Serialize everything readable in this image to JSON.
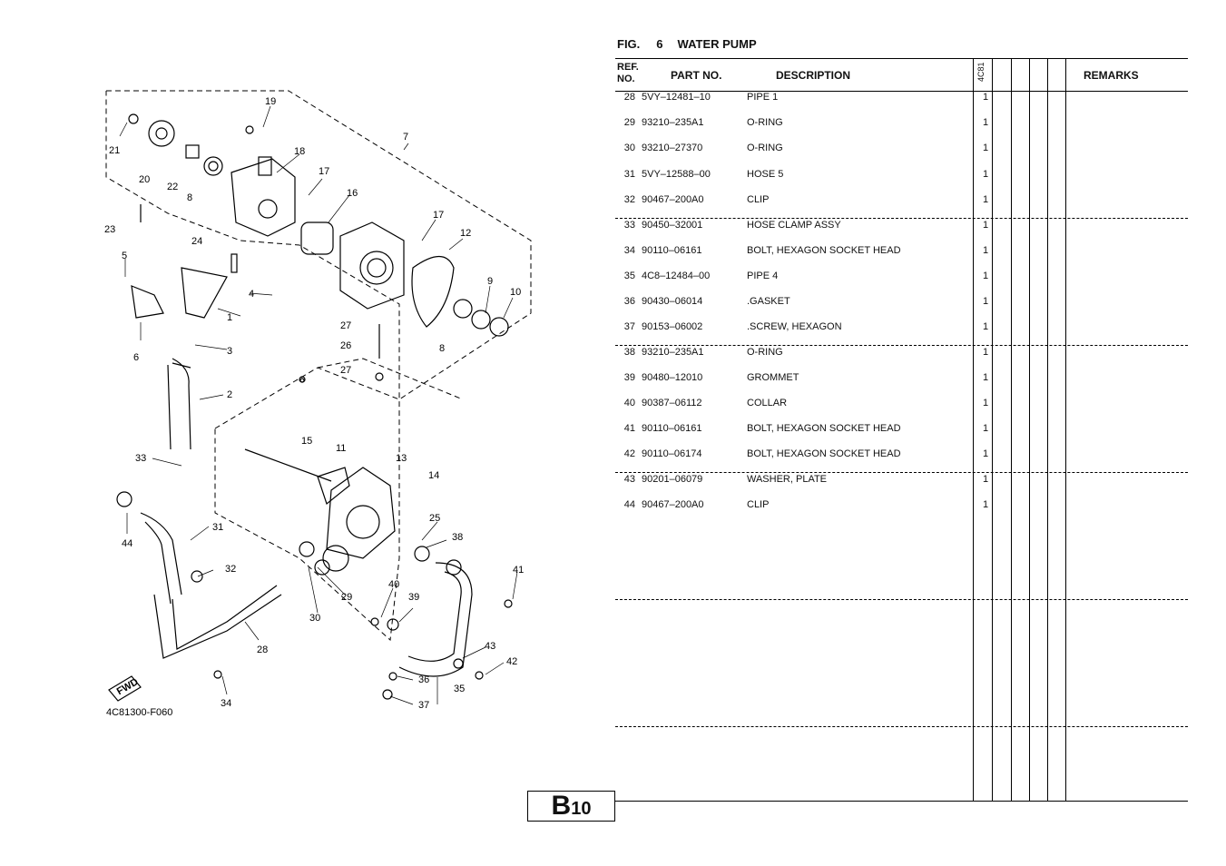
{
  "figure": {
    "label": "FIG.",
    "number": "6",
    "title": "WATER PUMP"
  },
  "headers": {
    "ref_no": "REF. NO.",
    "part_no": "PART NO.",
    "description": "DESCRIPTION",
    "model": "4C81",
    "remarks": "REMARKS"
  },
  "rows": [
    {
      "ref": "28",
      "part": "5VY–12481–10",
      "desc": "PIPE 1",
      "qty": "1"
    },
    {
      "ref": "29",
      "part": "93210–235A1",
      "desc": "O-RING",
      "qty": "1"
    },
    {
      "ref": "30",
      "part": "93210–27370",
      "desc": "O-RING",
      "qty": "1"
    },
    {
      "ref": "31",
      "part": "5VY–12588–00",
      "desc": "HOSE 5",
      "qty": "1"
    },
    {
      "ref": "32",
      "part": "90467–200A0",
      "desc": "CLIP",
      "qty": "1"
    },
    {
      "ref": "33",
      "part": "90450–32001",
      "desc": "HOSE CLAMP ASSY",
      "qty": "1"
    },
    {
      "ref": "34",
      "part": "90110–06161",
      "desc": "BOLT, HEXAGON SOCKET HEAD",
      "qty": "1"
    },
    {
      "ref": "35",
      "part": "4C8–12484–00",
      "desc": "PIPE 4",
      "qty": "1"
    },
    {
      "ref": "36",
      "part": "90430–06014",
      "desc": ".GASKET",
      "qty": "1"
    },
    {
      "ref": "37",
      "part": "90153–06002",
      "desc": ".SCREW, HEXAGON",
      "qty": "1"
    },
    {
      "ref": "38",
      "part": "93210–235A1",
      "desc": "O-RING",
      "qty": "1"
    },
    {
      "ref": "39",
      "part": "90480–12010",
      "desc": "GROMMET",
      "qty": "1"
    },
    {
      "ref": "40",
      "part": "90387–06112",
      "desc": "COLLAR",
      "qty": "1"
    },
    {
      "ref": "41",
      "part": "90110–06161",
      "desc": "BOLT, HEXAGON SOCKET HEAD",
      "qty": "1"
    },
    {
      "ref": "42",
      "part": "90110–06174",
      "desc": "BOLT, HEXAGON SOCKET HEAD",
      "qty": "1"
    },
    {
      "ref": "43",
      "part": "90201–06079",
      "desc": "WASHER, PLATE",
      "qty": "1"
    },
    {
      "ref": "44",
      "part": "90467–200A0",
      "desc": "CLIP",
      "qty": "1"
    }
  ],
  "diagram": {
    "code": "4C81300-F060",
    "fwd": "FWD",
    "callouts": [
      "1",
      "2",
      "3",
      "4",
      "5",
      "6",
      "7",
      "8",
      "8",
      "9",
      "10",
      "11",
      "12",
      "13",
      "14",
      "15",
      "16",
      "17",
      "17",
      "18",
      "19",
      "20",
      "21",
      "22",
      "23",
      "24",
      "25",
      "26",
      "27",
      "27",
      "28",
      "29",
      "30",
      "31",
      "32",
      "33",
      "34",
      "35",
      "36",
      "37",
      "38",
      "39",
      "40",
      "41",
      "42",
      "43",
      "44"
    ]
  },
  "page": {
    "letter": "B",
    "number": "10"
  }
}
